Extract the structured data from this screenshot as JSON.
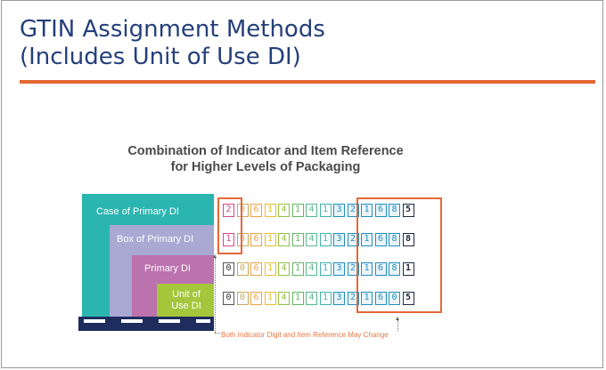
{
  "slide": {
    "title_line1": "GTIN Assignment Methods",
    "title_line2": "(Includes Unit of Use DI)"
  },
  "diagram": {
    "title_line1": "Combination of Indicator and Item Reference",
    "title_line2": "for Higher Levels of Packaging",
    "packaging": [
      {
        "label": "Case of Primary DI",
        "color": "#2bb5b0"
      },
      {
        "label": "Box of Primary DI",
        "color": "#a9a9d4"
      },
      {
        "label": "Primary DI",
        "color": "#bb72ad"
      },
      {
        "label": "Unit of Use DI",
        "color": "#a3c63b"
      }
    ],
    "gtins": [
      {
        "level": "Case of Primary DI",
        "digits": [
          "2",
          "0",
          "6",
          "1",
          "4",
          "1",
          "4",
          "1",
          "3",
          "2",
          "1",
          "6",
          "8",
          "5"
        ]
      },
      {
        "level": "Box of Primary DI",
        "digits": [
          "1",
          "0",
          "6",
          "1",
          "4",
          "1",
          "4",
          "1",
          "3",
          "2",
          "1",
          "6",
          "8",
          "8"
        ]
      },
      {
        "level": "Primary DI",
        "digits": [
          "0",
          "0",
          "6",
          "1",
          "4",
          "1",
          "4",
          "1",
          "3",
          "2",
          "1",
          "6",
          "8",
          "1"
        ]
      },
      {
        "level": "Unit of Use DI",
        "digits": [
          "0",
          "0",
          "6",
          "1",
          "4",
          "1",
          "4",
          "1",
          "3",
          "2",
          "1",
          "6",
          "0",
          "5"
        ]
      }
    ],
    "digit_colors": [
      "#d6458c",
      "#c6a95c",
      "#eda143",
      "#e7be2b",
      "#96bd44",
      "#63b564",
      "#58b88d",
      "#3eb3b0",
      "#1f8fc0",
      "#1f8fc0",
      "#1f8fc0",
      "#1f8fc0",
      "#1f8fc0",
      "#202842"
    ],
    "highlight_color": "#e4683a",
    "footnote": "Both Indicator Digit and Item Reference May Change"
  }
}
